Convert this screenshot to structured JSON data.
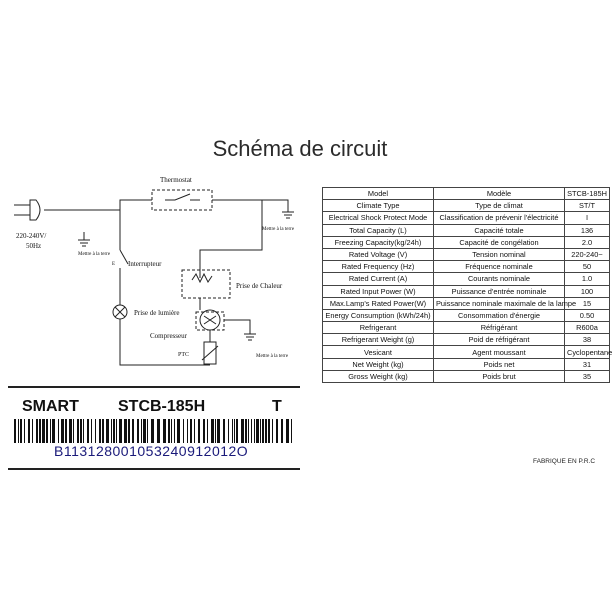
{
  "title": "Schéma de circuit",
  "circuit": {
    "thermostat": "Thermostat",
    "supply_voltage": "220-240V/",
    "supply_freq": "50Hz",
    "earth_left": "Mettre à la terre",
    "earth_right_top": "Mettre à la terre",
    "earth_right_bottom": "Mettre à la terre",
    "switch": "Interrupteur",
    "switch_mark": "E",
    "heater": "Prise de Chaleur",
    "lamp": "Prise de lumière",
    "compressor": "Compresseur",
    "ptc": "PTC"
  },
  "spec_table": {
    "header": [
      "Model",
      "Modèle",
      "STCB-185H"
    ],
    "rows": [
      [
        "Climate Type",
        "Type de climat",
        "ST/T"
      ],
      [
        "Electrical Shock Protect Mode",
        "Classification de prévenir l'électricité",
        "I"
      ],
      [
        "Total Capacity (L)",
        "Capacité totale",
        "136"
      ],
      [
        "Freezing Capacity(kg/24h)",
        "Capacité de congélation",
        "2.0"
      ],
      [
        "Rated Voltage (V)",
        "Tension nominal",
        "220-240~"
      ],
      [
        "Rated Frequency (Hz)",
        "Fréquence nominale",
        "50"
      ],
      [
        "Rated Current (A)",
        "Courants nominale",
        "1.0"
      ],
      [
        "Rated Input Power (W)",
        "Puissance d'entrée nominale",
        "100"
      ],
      [
        "Max.Lamp's Rated Power(W)",
        "Puissance nominale maximale de la lampe",
        "15"
      ],
      [
        "Energy Consumption (kWh/24h)",
        "Consommation d'énergie",
        "0.50"
      ],
      [
        "Refrigerant",
        "Réfrigérant",
        "R600a"
      ],
      [
        "Refrigerant Weight (g)",
        "Poid de réfrigérant",
        "38"
      ],
      [
        "Vesicant",
        "Agent moussant",
        "Cyclopentane"
      ],
      [
        "Net Weight (kg)",
        "Poids net",
        "31"
      ],
      [
        "Gross Weight (kg)",
        "Poids brut",
        "35"
      ]
    ]
  },
  "label": {
    "brand": "SMART",
    "model": "STCB-185H",
    "suffix": "T",
    "serial": "B113128001053240912012O"
  },
  "made_in": "FABRIQUE EN P.R.C"
}
